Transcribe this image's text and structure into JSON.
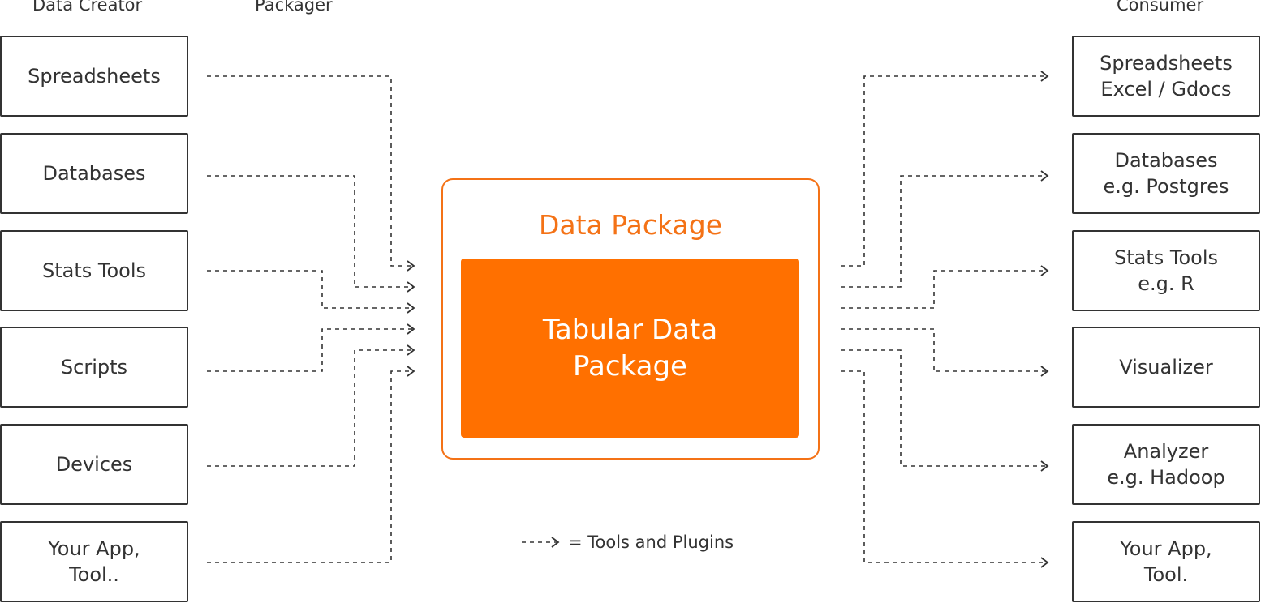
{
  "headers": {
    "creator": "Data Creator",
    "packager": "Packager",
    "consumer": "Consumer"
  },
  "sources": [
    {
      "lines": [
        "Spreadsheets"
      ]
    },
    {
      "lines": [
        "Databases"
      ]
    },
    {
      "lines": [
        "Stats Tools"
      ]
    },
    {
      "lines": [
        "Scripts"
      ]
    },
    {
      "lines": [
        "Devices"
      ]
    },
    {
      "lines": [
        "Your App,",
        "Tool.."
      ]
    }
  ],
  "consumers": [
    {
      "lines": [
        "Spreadsheets",
        "Excel / Gdocs"
      ]
    },
    {
      "lines": [
        "Databases",
        "e.g. Postgres"
      ]
    },
    {
      "lines": [
        "Stats Tools",
        "e.g. R"
      ]
    },
    {
      "lines": [
        "Visualizer"
      ]
    },
    {
      "lines": [
        "Analyzer",
        "e.g. Hadoop"
      ]
    },
    {
      "lines": [
        "Your App,",
        "Tool."
      ]
    }
  ],
  "package": {
    "title": "Data Package",
    "inner_line1": "Tabular Data",
    "inner_line2": "Package"
  },
  "legend": {
    "text": "= Tools and Plugins"
  },
  "colors": {
    "accent": "#f47216",
    "inner_fill": "#ff7000",
    "line": "#333333"
  }
}
